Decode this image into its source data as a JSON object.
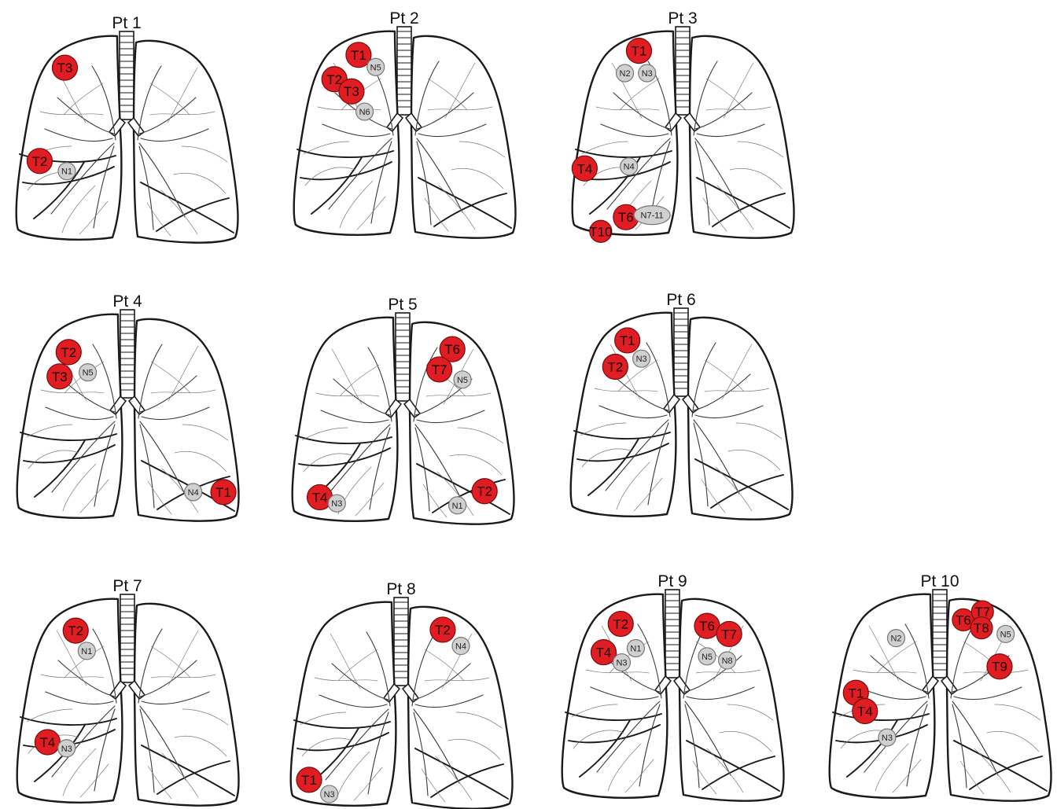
{
  "colors": {
    "tumor": "#e11d24",
    "node": "#d0d0d0",
    "outline": "#1a1a1a"
  },
  "panels": [
    {
      "title": "Pt 1",
      "markers": [
        {
          "label": "T3",
          "kind": "tumor",
          "lung": "R",
          "u": 0.48,
          "v": 0.14
        },
        {
          "label": "T2",
          "kind": "tumor",
          "lung": "R",
          "u": 0.23,
          "v": 0.6
        },
        {
          "label": "N1",
          "kind": "node",
          "lung": "R",
          "u": 0.5,
          "v": 0.65
        }
      ]
    },
    {
      "title": "Pt 2",
      "markers": [
        {
          "label": "T1",
          "kind": "tumor",
          "lung": "R",
          "u": 0.64,
          "v": 0.1
        },
        {
          "label": "N5",
          "kind": "node",
          "lung": "R",
          "u": 0.81,
          "v": 0.16
        },
        {
          "label": "T2",
          "kind": "tumor",
          "lung": "R",
          "u": 0.4,
          "v": 0.22
        },
        {
          "label": "T3",
          "kind": "tumor",
          "lung": "R",
          "u": 0.57,
          "v": 0.28
        },
        {
          "label": "N6",
          "kind": "node",
          "lung": "R",
          "u": 0.7,
          "v": 0.38
        }
      ]
    },
    {
      "title": "Pt 3",
      "markers": [
        {
          "label": "T1",
          "kind": "tumor",
          "lung": "R",
          "u": 0.66,
          "v": 0.08
        },
        {
          "label": "N2",
          "kind": "node",
          "lung": "R",
          "u": 0.52,
          "v": 0.19
        },
        {
          "label": "N3",
          "kind": "node",
          "lung": "R",
          "u": 0.74,
          "v": 0.19
        },
        {
          "label": "T4",
          "kind": "tumor",
          "lung": "R",
          "u": 0.12,
          "v": 0.66
        },
        {
          "label": "N4",
          "kind": "node",
          "lung": "R",
          "u": 0.56,
          "v": 0.65
        },
        {
          "label": "T6",
          "kind": "tumor",
          "lung": "R",
          "u": 0.53,
          "v": 0.9
        },
        {
          "label": "N7-11",
          "kind": "node",
          "lung": "R",
          "u": 0.79,
          "v": 0.89,
          "wide": true
        },
        {
          "label": "T10",
          "kind": "tumor",
          "lung": "R",
          "u": 0.28,
          "v": 0.97,
          "small": true
        }
      ]
    },
    {
      "title": "Pt 4",
      "markers": [
        {
          "label": "T2",
          "kind": "tumor",
          "lung": "R",
          "u": 0.51,
          "v": 0.17
        },
        {
          "label": "N5",
          "kind": "node",
          "lung": "R",
          "u": 0.7,
          "v": 0.27
        },
        {
          "label": "T3",
          "kind": "tumor",
          "lung": "R",
          "u": 0.42,
          "v": 0.29
        },
        {
          "label": "N4",
          "kind": "node",
          "lung": "L",
          "u": 0.56,
          "v": 0.86
        },
        {
          "label": "T1",
          "kind": "tumor",
          "lung": "L",
          "u": 0.86,
          "v": 0.86
        }
      ]
    },
    {
      "title": "Pt 5",
      "markers": [
        {
          "label": "T6",
          "kind": "tumor",
          "lung": "L",
          "u": 0.4,
          "v": 0.14
        },
        {
          "label": "T7",
          "kind": "tumor",
          "lung": "L",
          "u": 0.27,
          "v": 0.24
        },
        {
          "label": "N5",
          "kind": "node",
          "lung": "L",
          "u": 0.5,
          "v": 0.29
        },
        {
          "label": "T2",
          "kind": "tumor",
          "lung": "L",
          "u": 0.72,
          "v": 0.84
        },
        {
          "label": "N1",
          "kind": "node",
          "lung": "L",
          "u": 0.45,
          "v": 0.91
        },
        {
          "label": "T4",
          "kind": "tumor",
          "lung": "R",
          "u": 0.27,
          "v": 0.87
        },
        {
          "label": "N3",
          "kind": "node",
          "lung": "R",
          "u": 0.44,
          "v": 0.9
        }
      ]
    },
    {
      "title": "Pt 6",
      "markers": [
        {
          "label": "T1",
          "kind": "tumor",
          "lung": "R",
          "u": 0.56,
          "v": 0.12
        },
        {
          "label": "N3",
          "kind": "node",
          "lung": "R",
          "u": 0.7,
          "v": 0.21
        },
        {
          "label": "T2",
          "kind": "tumor",
          "lung": "R",
          "u": 0.44,
          "v": 0.25
        }
      ]
    },
    {
      "title": "Pt 7",
      "markers": [
        {
          "label": "T2",
          "kind": "tumor",
          "lung": "R",
          "u": 0.58,
          "v": 0.14
        },
        {
          "label": "N1",
          "kind": "node",
          "lung": "R",
          "u": 0.69,
          "v": 0.24
        },
        {
          "label": "T4",
          "kind": "tumor",
          "lung": "R",
          "u": 0.3,
          "v": 0.69
        },
        {
          "label": "N3",
          "kind": "node",
          "lung": "R",
          "u": 0.49,
          "v": 0.72
        }
      ]
    },
    {
      "title": "Pt 8",
      "markers": [
        {
          "label": "T2",
          "kind": "tumor",
          "lung": "L",
          "u": 0.32,
          "v": 0.12
        },
        {
          "label": "N4",
          "kind": "node",
          "lung": "L",
          "u": 0.5,
          "v": 0.2
        },
        {
          "label": "T1",
          "kind": "tumor",
          "lung": "R",
          "u": 0.18,
          "v": 0.86
        },
        {
          "label": "N3",
          "kind": "node",
          "lung": "R",
          "u": 0.38,
          "v": 0.93
        }
      ]
    },
    {
      "title": "Pt 9",
      "markers": [
        {
          "label": "T2",
          "kind": "tumor",
          "lung": "R",
          "u": 0.58,
          "v": 0.13
        },
        {
          "label": "N1",
          "kind": "node",
          "lung": "R",
          "u": 0.73,
          "v": 0.25
        },
        {
          "label": "T4",
          "kind": "tumor",
          "lung": "R",
          "u": 0.41,
          "v": 0.27
        },
        {
          "label": "N3",
          "kind": "node",
          "lung": "R",
          "u": 0.59,
          "v": 0.32
        },
        {
          "label": "T6",
          "kind": "tumor",
          "lung": "L",
          "u": 0.25,
          "v": 0.14
        },
        {
          "label": "T7",
          "kind": "tumor",
          "lung": "L",
          "u": 0.47,
          "v": 0.18
        },
        {
          "label": "N5",
          "kind": "node",
          "lung": "L",
          "u": 0.25,
          "v": 0.29
        },
        {
          "label": "N8",
          "kind": "node",
          "lung": "L",
          "u": 0.45,
          "v": 0.31
        }
      ]
    },
    {
      "title": "Pt 10",
      "markers": [
        {
          "label": "N2",
          "kind": "node",
          "lung": "R",
          "u": 0.66,
          "v": 0.2
        },
        {
          "label": "T1",
          "kind": "tumor",
          "lung": "R",
          "u": 0.26,
          "v": 0.47
        },
        {
          "label": "T4",
          "kind": "tumor",
          "lung": "R",
          "u": 0.35,
          "v": 0.56
        },
        {
          "label": "N3",
          "kind": "node",
          "lung": "R",
          "u": 0.57,
          "v": 0.69
        },
        {
          "label": "T6",
          "kind": "tumor",
          "lung": "L",
          "u": 0.14,
          "v": 0.11,
          "small": true
        },
        {
          "label": "T7",
          "kind": "tumor",
          "lung": "L",
          "u": 0.33,
          "v": 0.07,
          "small": true
        },
        {
          "label": "T8",
          "kind": "tumor",
          "lung": "L",
          "u": 0.32,
          "v": 0.15,
          "small": true
        },
        {
          "label": "N5",
          "kind": "node",
          "lung": "L",
          "u": 0.56,
          "v": 0.18
        },
        {
          "label": "T9",
          "kind": "tumor",
          "lung": "L",
          "u": 0.5,
          "v": 0.34
        }
      ]
    }
  ]
}
